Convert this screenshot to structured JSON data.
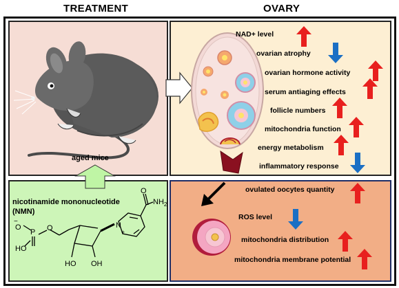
{
  "headers": {
    "treatment": "TREATMENT",
    "ovary": "OVARY"
  },
  "colors": {
    "mouse_panel_bg": "#f6ddd5",
    "ovary_panel_bg": "#fdefd3",
    "nmn_panel_bg": "#cdf5b8",
    "oocyte_panel_bg": "#f2ae86",
    "up_arrow": "#e8201e",
    "down_arrow": "#1b6fc4"
  },
  "treatment": {
    "mouse_label": "aged mice",
    "nmn_name_line1": "nicotinamide mononucleotide",
    "nmn_name_line2": "(NMN)",
    "molecule_labels": {
      "o_minus": "O",
      "minus_sign": "−",
      "p": "P",
      "ho_p": "HO",
      "o_ring": "O",
      "n_plus": "N",
      "plus": "+",
      "ho1": "HO",
      "oh2": "OH",
      "nh2": "NH",
      "sub2": "2",
      "o_amide": "O"
    }
  },
  "ovary_effects": [
    {
      "label": "NAD+ level",
      "direction": "up"
    },
    {
      "label": "ovarian atrophy",
      "direction": "down"
    },
    {
      "label": "ovarian hormone activity",
      "direction": "up"
    },
    {
      "label": "serum antiaging effects",
      "direction": "up"
    },
    {
      "label": "follicle numbers",
      "direction": "up"
    },
    {
      "label": "mitochondria  function",
      "direction": "up"
    },
    {
      "label": "energy metabolism",
      "direction": "up"
    },
    {
      "label": "inflammatory  response",
      "direction": "down"
    }
  ],
  "oocyte_effects": [
    {
      "label": "ovulated oocytes quantity",
      "direction": "up"
    },
    {
      "label": "ROS level",
      "direction": "down"
    },
    {
      "label": "mitochondria distribution",
      "direction": "up"
    },
    {
      "label": "mitochondria membrane potential",
      "direction": "up"
    }
  ]
}
